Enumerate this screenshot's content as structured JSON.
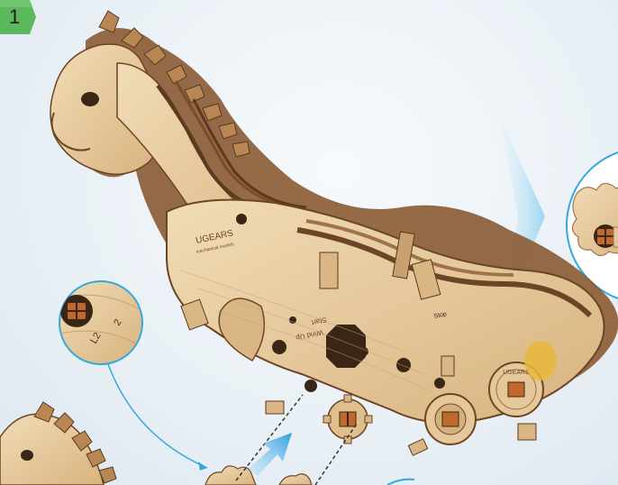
{
  "step": {
    "number": "1"
  },
  "model": {
    "brand_logo": "UGEARS",
    "brand_tagline": "mechanical models",
    "side_label_left": "Wind Up",
    "side_label_top": "Start",
    "stop_label": "Stop",
    "rotor_logo": "UGEARS"
  },
  "callout_left": {
    "part_code_1": "L2",
    "part_code_2": "2"
  },
  "colors": {
    "wood": "#e6c79a",
    "wood_dark": "#6b4526",
    "accent_blue": "#33a8e0",
    "badge_green": "#5cb85c"
  }
}
